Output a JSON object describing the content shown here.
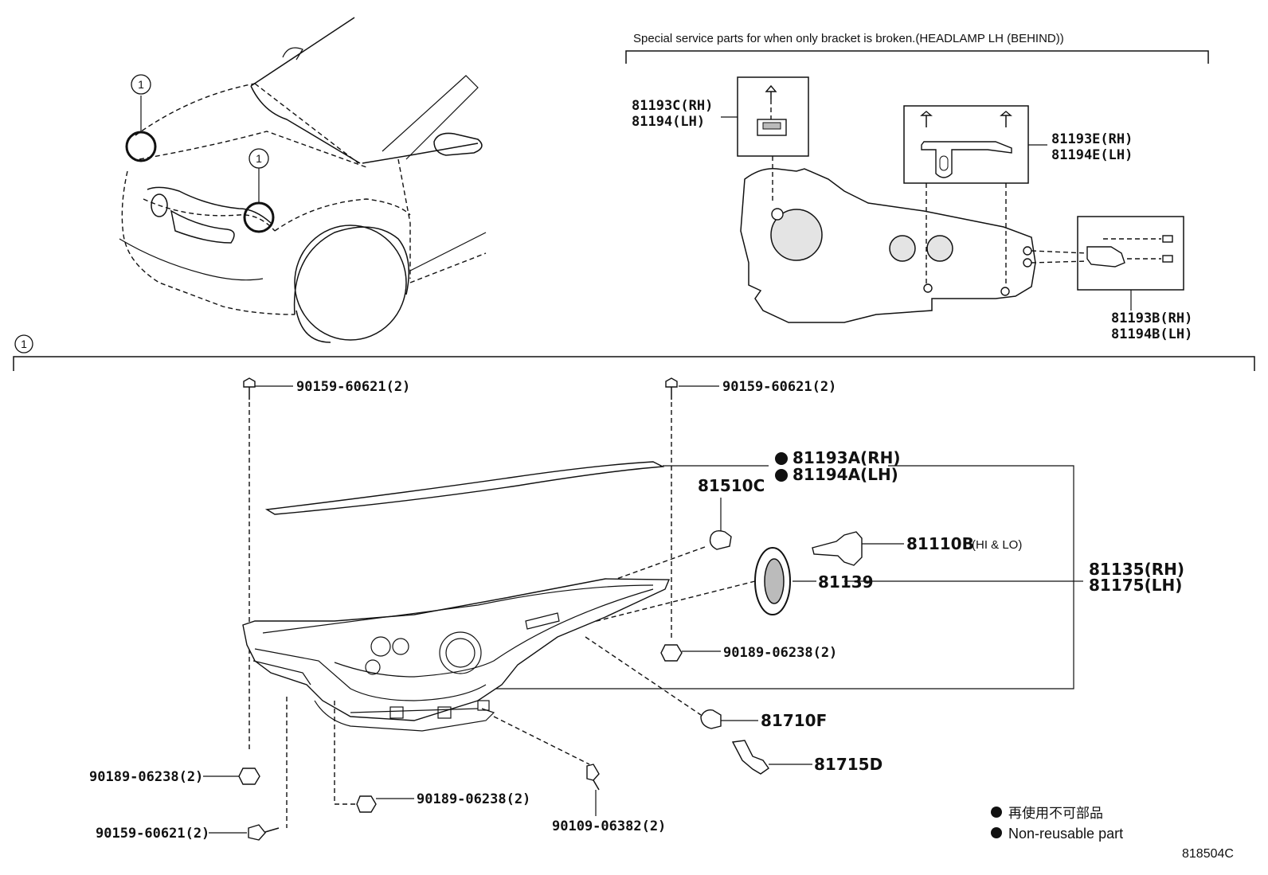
{
  "header": {
    "special_note": "Special service parts for when only bracket is broken.(HEADLAMP LH (BEHIND))"
  },
  "callouts": {
    "ref": "1"
  },
  "brackets": {
    "c_rh": "81193C(RH)",
    "c_lh": "81194(LH)",
    "e_rh": "81193E(RH)",
    "e_lh": "81194E(LH)",
    "b_rh": "81193B(RH)",
    "b_lh": "81194B(LH)"
  },
  "parts": {
    "screw_tl": "90159-60621(2)",
    "screw_tr": "90159-60621(2)",
    "a_rh": "81193A(RH)",
    "a_lh": "81194A(LH)",
    "bulb_c": "81510C",
    "bulb_b": "81110B",
    "bulb_b_note": "(HI & LO)",
    "cover": "81139",
    "assy_rh": "81135(RH)",
    "assy_lh": "81175(LH)",
    "clip_r": "90189-06238(2)",
    "bulb_f": "81710F",
    "socket_d": "81715D",
    "clip_l": "90189-06238(2)",
    "clip_bm": "90189-06238(2)",
    "screw_bl": "90159-60621(2)",
    "bolt_b": "90109-06382(2)"
  },
  "legend": {
    "jp": "再使用不可部品",
    "en": "Non-reusable part"
  },
  "diagram_id": "818504C"
}
